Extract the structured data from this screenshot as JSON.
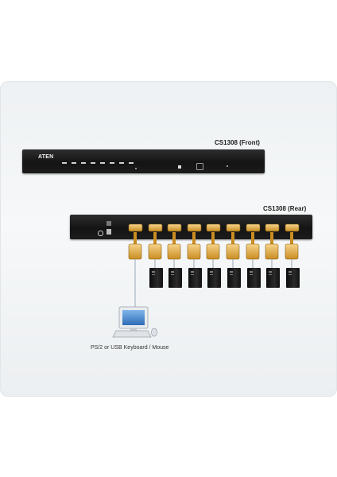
{
  "front_unit": {
    "model_label": "CS1308 (Front)",
    "brand": "ATEN"
  },
  "rear_unit": {
    "model_label": "CS1308 (Rear)"
  },
  "console": {
    "caption": "PS/2 or USB Keyboard / Mouse"
  },
  "computers": {
    "count": 8
  },
  "colors": {
    "chassis": "#1a1a1a",
    "cable": "#d99a2b",
    "panel": "#eef1f3"
  }
}
